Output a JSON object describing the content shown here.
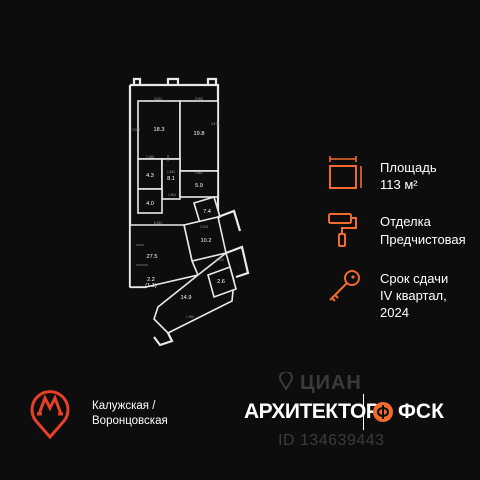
{
  "plan": {
    "rooms": [
      "18.3",
      "19.8",
      "4.3",
      "8.1",
      "5.9",
      "4.0",
      "7.4",
      "10.2",
      "27.5",
      "2.2",
      "(1.1)",
      "14.9",
      "2.6"
    ],
    "dims": [
      "3.023",
      "5.906",
      "3.980",
      "1.066",
      "1.843",
      "1.862",
      "3.470",
      "1.553",
      "6.154",
      "2.315",
      "1.900",
      "1.515"
    ]
  },
  "info": {
    "area_label": "Площадь",
    "area_value": "113 м²",
    "finish_label": "Отделка",
    "finish_value": "Предчистовая",
    "deadline_label": "Срок сдачи",
    "deadline_value_1": "IV квартал,",
    "deadline_value_2": "2024"
  },
  "metro": {
    "line1": "Калужская /",
    "line2": "Воронцовская",
    "color": "#e4402a"
  },
  "brands": {
    "architect": "АРХИТЕКТОР",
    "fsk": "ФСК"
  },
  "watermark": {
    "text": "ЦИАН",
    "id": "ID 134639443"
  },
  "colors": {
    "accent": "#f26a2e",
    "background": "#0d0d0d",
    "text": "#ffffff"
  },
  "icons": [
    "area-icon",
    "paint-roller-icon",
    "key-icon",
    "metro-logo-icon",
    "fsk-logo-icon",
    "location-pin-icon"
  ]
}
